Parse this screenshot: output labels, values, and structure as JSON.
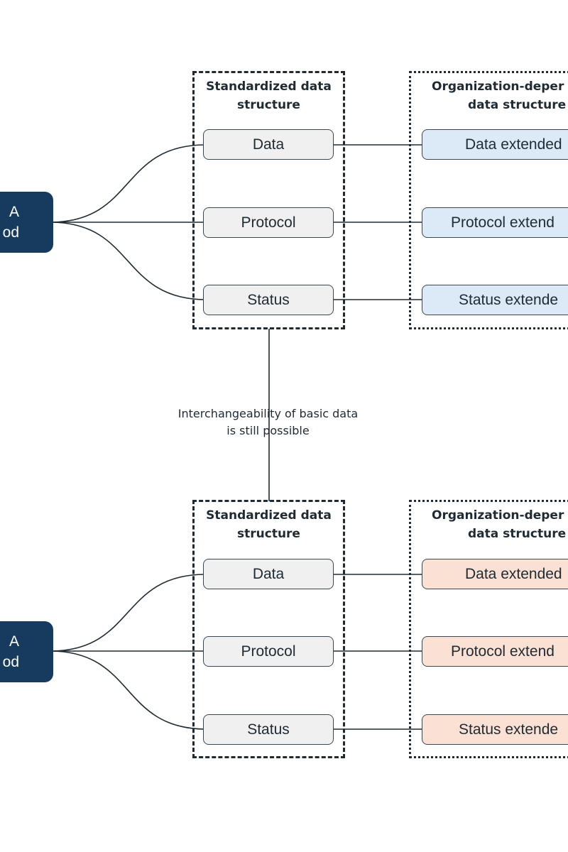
{
  "group_top": {
    "method": {
      "line1": "A",
      "line2": "od"
    },
    "standardized": {
      "title_line1": "Standardized data",
      "title_line2": "structure",
      "items": [
        "Data",
        "Protocol",
        "Status"
      ]
    },
    "organization": {
      "title_line1": "Organization-deper",
      "title_line2": "data structure",
      "items": [
        "Data extended",
        "Protocol extend",
        "Status extende"
      ],
      "fill_color": "#dceaf7"
    }
  },
  "connector_note": {
    "line1": "Interchangeability of basic data",
    "line2": "is still possible"
  },
  "group_bottom": {
    "method": {
      "line1": "A",
      "line2": "od"
    },
    "standardized": {
      "title_line1": "Standardized data",
      "title_line2": "structure",
      "items": [
        "Data",
        "Protocol",
        "Status"
      ]
    },
    "organization": {
      "title_line1": "Organization-deper",
      "title_line2": "data structure",
      "items": [
        "Data extended",
        "Protocol extend",
        "Status extende"
      ],
      "fill_color": "#fbe1d3"
    }
  },
  "colors": {
    "method_box": "#173b5f",
    "standard_box": "#f0f0f0",
    "line": "#1f2a33"
  }
}
